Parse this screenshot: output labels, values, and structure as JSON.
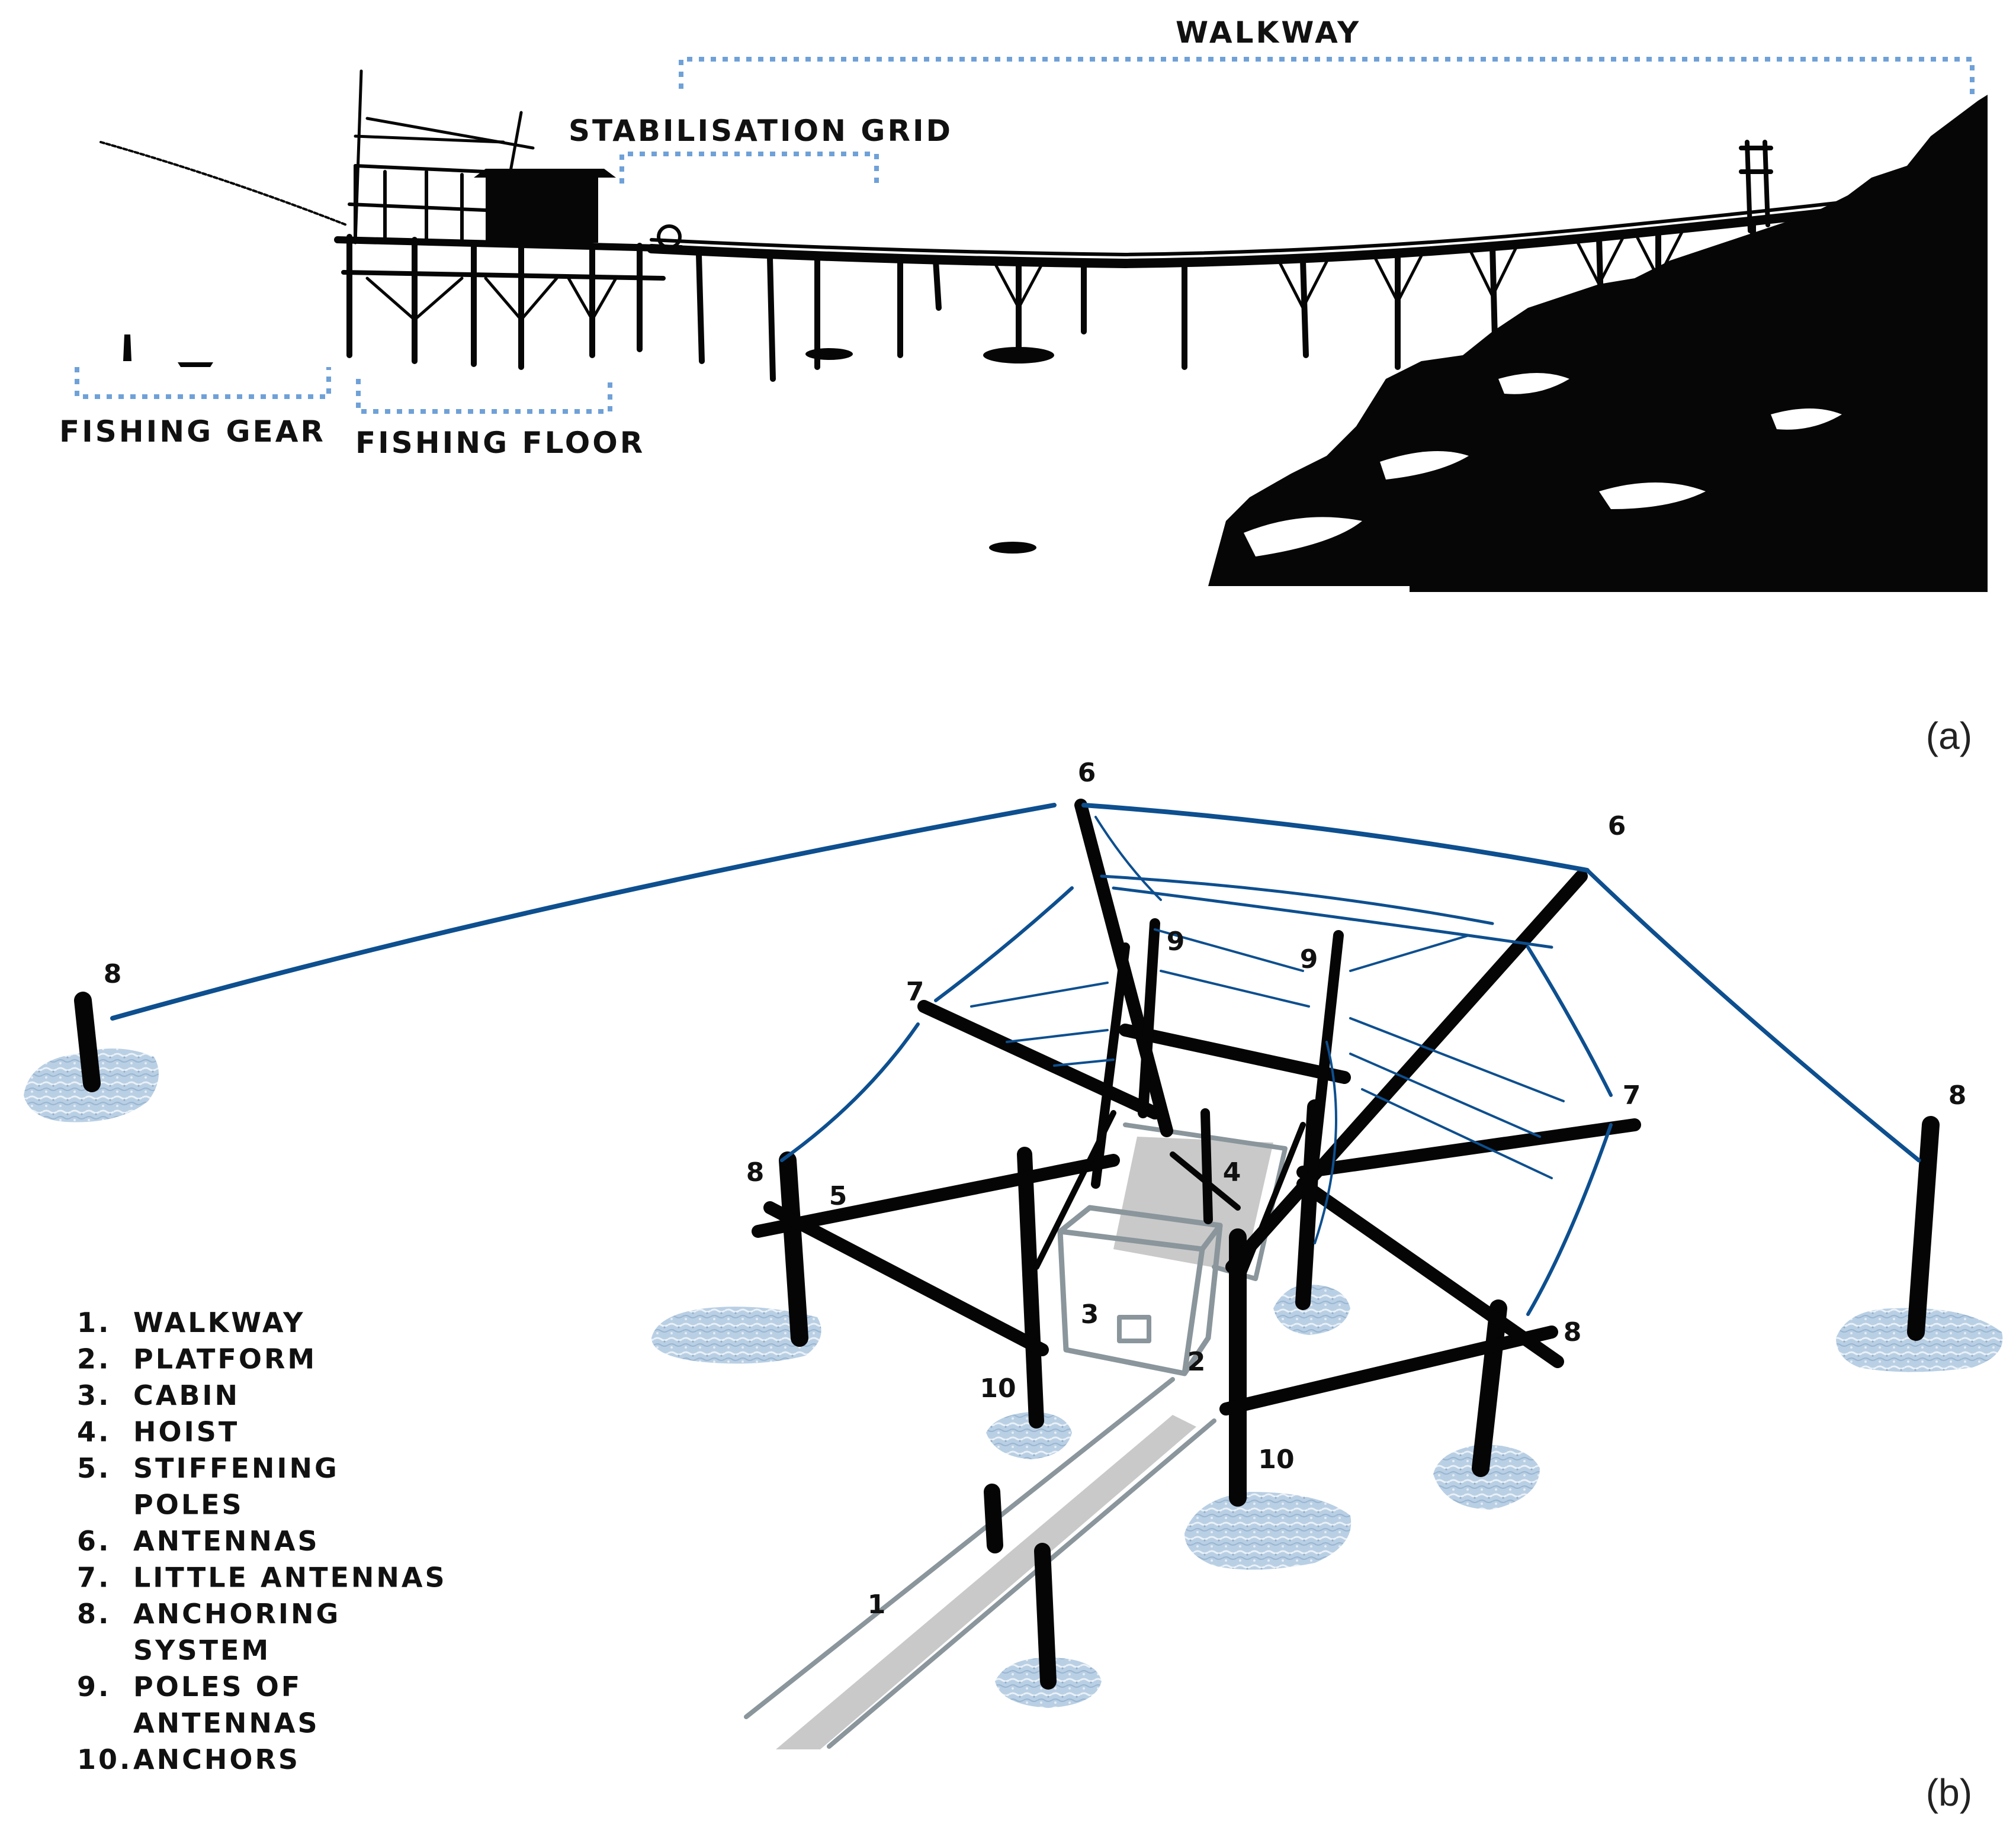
{
  "panel_a": {
    "tag": "(a)",
    "labels": {
      "walkway": "WALKWAY",
      "stabilisation_grid": "STABILISATION GRID",
      "fishing_gear": "FISHING GEAR",
      "fishing_floor": "FISHING FLOOR"
    },
    "colors": {
      "bracket": "#6fa1d8",
      "silhouette": "#060606"
    }
  },
  "panel_b": {
    "tag": "(b)",
    "markers": {
      "antenna_left": "6",
      "antenna_right": "6",
      "anchor_far_left": "8",
      "anchor_left": "8",
      "anchor_right": "8",
      "anchor_far_right": "8",
      "little_antenna_left": "7",
      "little_antenna_right": "7",
      "antenna_pole_left": "9",
      "antenna_pole_right": "9",
      "stiffening": "5",
      "hoist": "4",
      "cabin": "3",
      "platform": "2",
      "walkway": "1",
      "anchor_ten_left": "10",
      "anchor_ten_right": "10"
    },
    "legend": [
      {
        "num": "1.",
        "text": "WALKWAY"
      },
      {
        "num": "2.",
        "text": "PLATFORM"
      },
      {
        "num": "3.",
        "text": "CABIN"
      },
      {
        "num": "4.",
        "text": "HOIST"
      },
      {
        "num": "5.",
        "text": "STIFFENING"
      },
      {
        "num": "",
        "text": "POLES"
      },
      {
        "num": "6.",
        "text": "ANTENNAS"
      },
      {
        "num": "7.",
        "text": "LITTLE ANTENNAS"
      },
      {
        "num": "8.",
        "text": "ANCHORING"
      },
      {
        "num": "",
        "text": "SYSTEM"
      },
      {
        "num": "9.",
        "text": "POLES OF"
      },
      {
        "num": "",
        "text": "ANTENNAS"
      },
      {
        "num": "10.",
        "text": "ANCHORS"
      }
    ],
    "colors": {
      "pole": "#050505",
      "rope": "#0d4f8f",
      "structure": "#8a969c",
      "structure_fill": "#c9c9c9",
      "water": "#aac3dc"
    }
  }
}
